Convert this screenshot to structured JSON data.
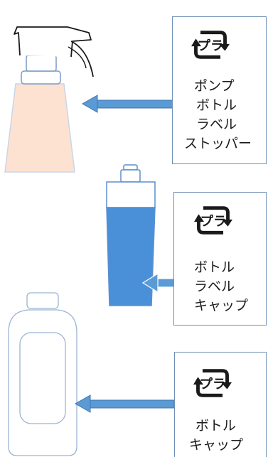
{
  "recycle_mark": {
    "icon": "pla-recycle-icon",
    "text": "プラ",
    "color": "#1a1a1a"
  },
  "groups": [
    {
      "item_name": "pump-bottle",
      "parts": [
        "ポンプ",
        "ボトル",
        "ラベル",
        "ストッパー"
      ],
      "bottle_fill": "#fde2d2"
    },
    {
      "item_name": "cap-bottle",
      "parts": [
        "ボトル",
        "ラベル",
        "キャップ"
      ],
      "bottle_fill": "#4a90d9"
    },
    {
      "item_name": "refill-bottle",
      "parts": [
        "ボトル",
        "キャップ"
      ],
      "bottle_fill": "#ffffff"
    }
  ],
  "colors": {
    "arrow": "#5b9bd5",
    "box_border": "#6d8fb5",
    "outline": "#7a9cc6"
  }
}
